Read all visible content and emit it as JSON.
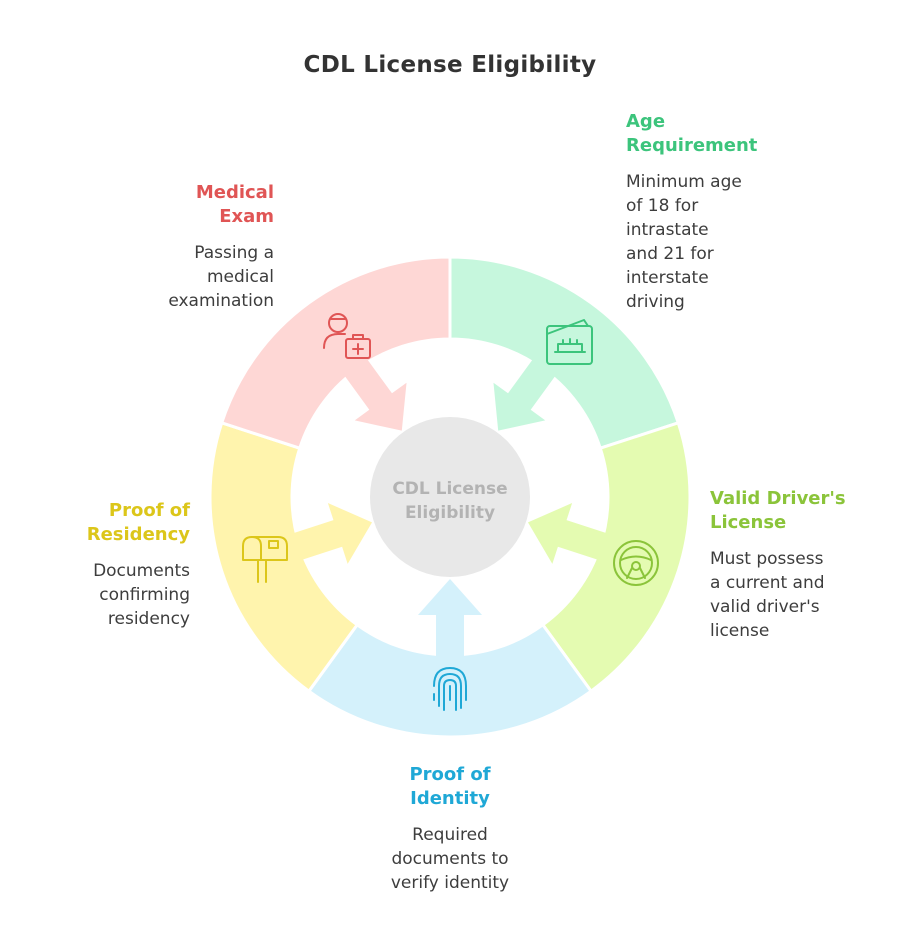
{
  "title": "CDL License Eligibility",
  "hub": {
    "line1": "CDL License",
    "line2": "Eligibility"
  },
  "segments": [
    {
      "id": "age",
      "heading": "Age\nRequirement",
      "description": "Minimum age\nof 18 for\nintrastate\nand 21 for\ninterstate\ndriving",
      "color": "#3cc47c",
      "fill": "#c6f7dd",
      "icon": "birthday-calendar-icon"
    },
    {
      "id": "license",
      "heading": "Valid Driver's\nLicense",
      "description": "Must possess\na current and\nvalid driver's\nlicense",
      "color": "#8bc43a",
      "fill": "#e4fbb1",
      "icon": "steering-wheel-icon"
    },
    {
      "id": "identity",
      "heading": "Proof of\nIdentity",
      "description": "Required\ndocuments to\nverify identity",
      "color": "#1fa8d6",
      "fill": "#d4f1fb",
      "icon": "fingerprint-icon"
    },
    {
      "id": "residency",
      "heading": "Proof of\nResidency",
      "description": "Documents\nconfirming\nresidency",
      "color": "#dcc61a",
      "fill": "#fff4ad",
      "icon": "mailbox-icon"
    },
    {
      "id": "medical",
      "heading": "Medical\nExam",
      "description": "Passing a\nmedical\nexamination",
      "color": "#e05555",
      "fill": "#fed7d5",
      "icon": "doctor-medkit-icon"
    }
  ]
}
